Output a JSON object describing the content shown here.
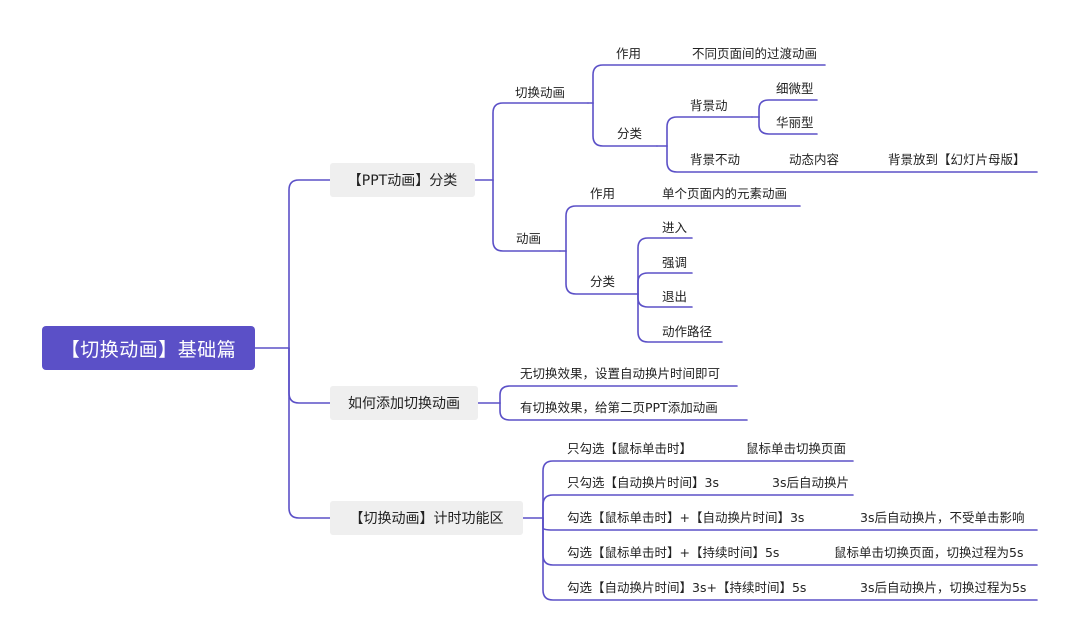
{
  "root": "【切换动画】基础篇",
  "branch1": {
    "title": "【PPT动画】分类",
    "switch_anim": {
      "label": "切换动画",
      "role_label": "作用",
      "role_value": "不同页面间的过渡动画",
      "class_label": "分类",
      "bg_anim": "背景动",
      "bg_anim_items": [
        "细微型",
        "华丽型"
      ],
      "bg_static": "背景不动",
      "dynamic_content": "动态内容",
      "master_tip": "背景放到【幻灯片母版】"
    },
    "anim": {
      "label": "动画",
      "role_label": "作用",
      "role_value": "单个页面内的元素动画",
      "class_label": "分类",
      "items": [
        "进入",
        "强调",
        "退出",
        "动作路径"
      ]
    }
  },
  "branch2": {
    "title": "如何添加切换动画",
    "items": [
      "无切换效果，设置自动换片时间即可",
      "有切换效果，给第二页PPT添加动画"
    ]
  },
  "branch3": {
    "title": "【切换动画】计时功能区",
    "rows": [
      {
        "setting": "只勾选【鼠标单击时】",
        "result": "鼠标单击切换页面"
      },
      {
        "setting": "只勾选【自动换片时间】3s",
        "result": "3s后自动换片"
      },
      {
        "setting": "勾选【鼠标单击时】+【自动换片时间】3s",
        "result": "3s后自动换片，不受单击影响"
      },
      {
        "setting": "勾选【鼠标单击时】+【持续时间】5s",
        "result": "鼠标单击切换页面，切换过程为5s"
      },
      {
        "setting": "勾选【自动换片时间】3s+【持续时间】5s",
        "result": "3s后自动换片，切换过程为5s"
      }
    ]
  }
}
